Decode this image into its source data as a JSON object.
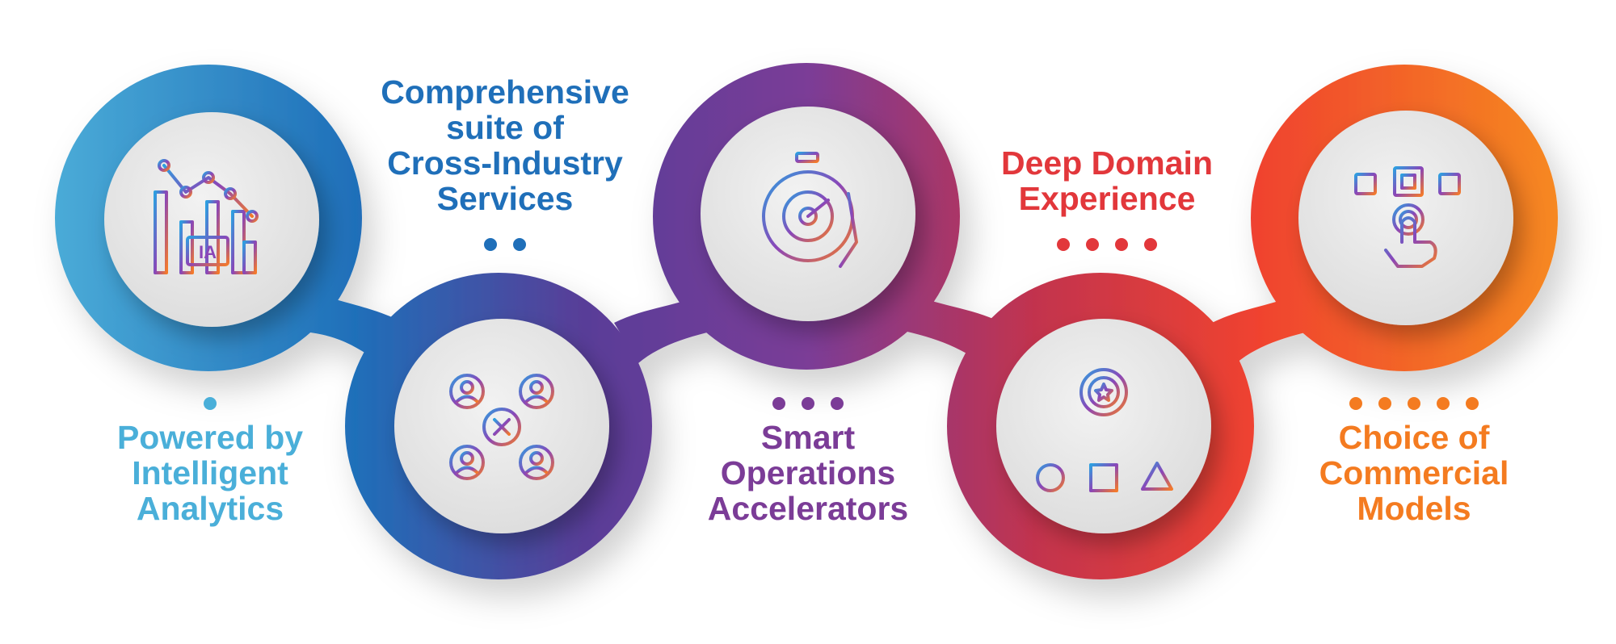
{
  "colors": {
    "blue_light": "#4AAFD9",
    "blue": "#1F6FB9",
    "purple": "#7B3C97",
    "red": "#E2373B",
    "orange": "#F47B20",
    "circle_fill": "#E6E6E6"
  },
  "steps": [
    {
      "icon": "analytics-chart-icon",
      "icon_text": "IA",
      "caption_lines": [
        "Powered by",
        "Intelligent",
        "Analytics"
      ],
      "dot_count": 1,
      "color": "#4AAFD9"
    },
    {
      "icon": "network-gear-people-icon",
      "caption_lines": [
        "Comprehensive",
        "suite of",
        "Cross-Industry",
        "Services"
      ],
      "dot_count": 2,
      "color": "#1F6FB9"
    },
    {
      "icon": "stopwatch-speed-icon",
      "caption_lines": [
        "Smart",
        "Operations",
        "Accelerators"
      ],
      "dot_count": 3,
      "color": "#7B3C97"
    },
    {
      "icon": "gear-hierarchy-icon",
      "caption_lines": [
        "Deep Domain",
        "Experience"
      ],
      "dot_count": 4,
      "color": "#E2373B"
    },
    {
      "icon": "chip-touch-icon",
      "caption_lines": [
        "Choice of",
        "Commercial",
        "Models"
      ],
      "dot_count": 5,
      "color": "#F47B20"
    }
  ]
}
